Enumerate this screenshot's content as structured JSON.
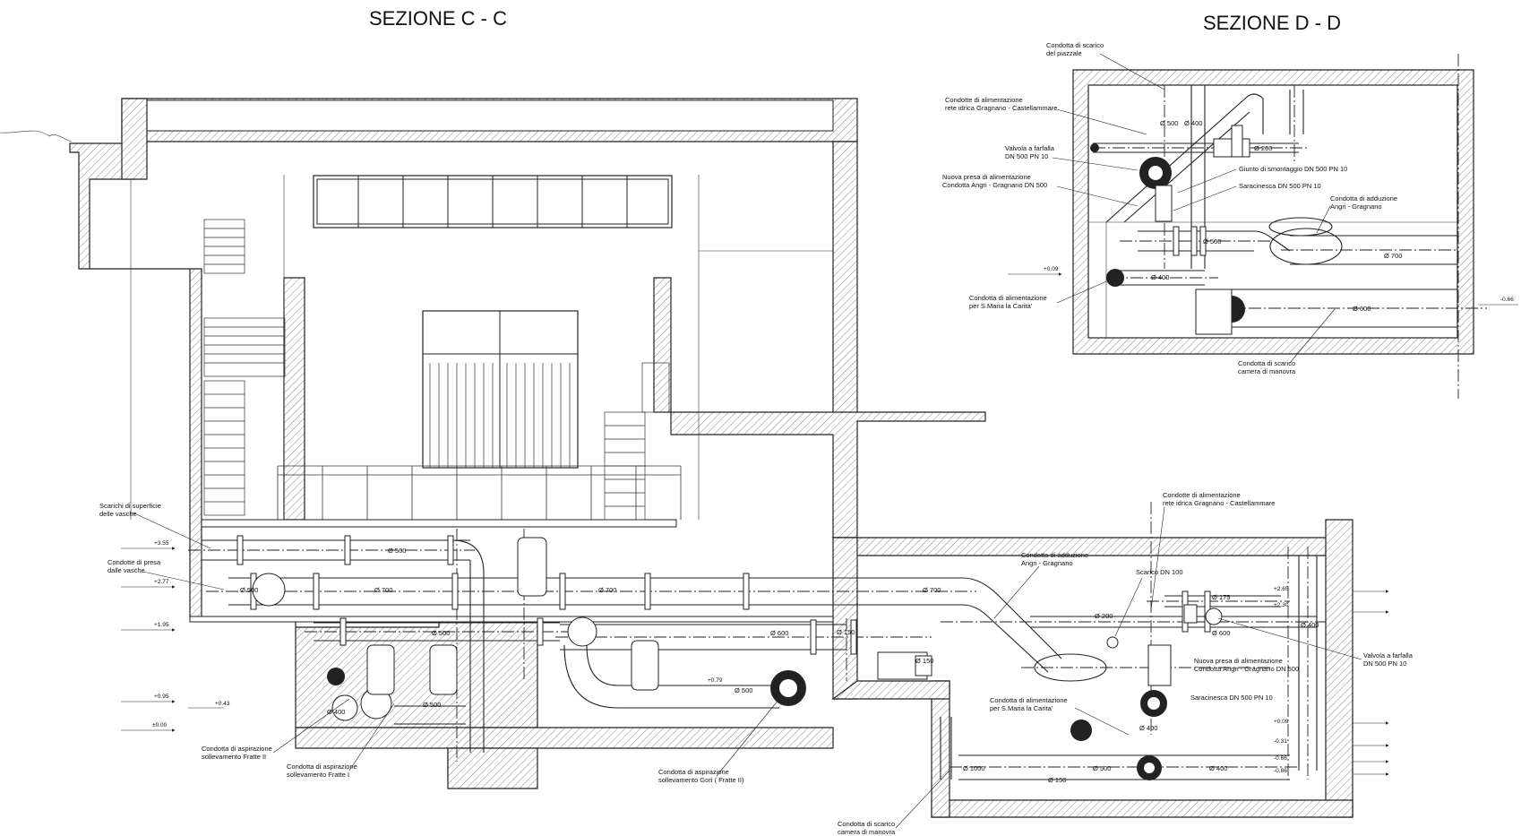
{
  "sections": {
    "c": {
      "title": "SEZIONE C - C"
    },
    "d": {
      "title": "SEZIONE D - D"
    }
  },
  "c_labels": {
    "scarichi": [
      "Scarichi di superficie",
      "delle vasche"
    ],
    "presa": [
      "Condotte di presa",
      "dalle vasche"
    ],
    "asp2": [
      "Condotta di aspirazione",
      "sollevamento Fratte II"
    ],
    "asp1": [
      "Condotta di aspirazione",
      "sollevamento Fratte I"
    ],
    "aspgori": [
      "Condotta di aspirazione",
      "sollevamento Gori ( Fratte II)"
    ],
    "scarico_camera": [
      "Condotta di scarico",
      "camera di manovra"
    ],
    "adduzione": [
      "Condotta di adduzione",
      "Angri - Gragnano"
    ],
    "rete": [
      "Condotte di alimentazione",
      "rete idrica Gragnano - Castellammare"
    ],
    "scarico100": [
      "Scarico DN 100"
    ],
    "valvola": [
      "Valvola a farfalla",
      "DN 500 PN 10"
    ],
    "nuova_presa": [
      "Nuova presa di alimentazione",
      "Condotta Angri - Gragnano DN 500"
    ],
    "saracinesca": [
      "Saracinesca DN 500 PN 10"
    ],
    "smaria": [
      "Condotta di alimentazione",
      "per S.Maria la Carita'"
    ]
  },
  "c_dims": {
    "d500a": "Ø 500",
    "d700a": "Ø 700",
    "d700b": "Ø 700",
    "d700c": "Ø 700",
    "d500b": "Ø 500",
    "d500c": "Ø 500",
    "d600": "Ø 600",
    "d150a": "Ø 150",
    "d500d": "Ø 500",
    "d500e": "Ø 500",
    "d400a": "Ø 400",
    "d150b": "Ø 150",
    "d200": "Ø 200",
    "d175": "Ø 175",
    "d600b": "Ø 600",
    "d400b": "Ø 400",
    "d400c": "Ø 400",
    "d1000": "Ø 1000",
    "d500f": "Ø 500",
    "d400d": "Ø 400",
    "d150c": "Ø 150"
  },
  "c_elev": {
    "e355": "+3.55",
    "e277": "+2.77",
    "e195": "+1.95",
    "e095": "+0.95",
    "e043": "+0.43",
    "e000": "±0.00",
    "e079": "+0.79",
    "e265": "+2.65",
    "e230": "+2.30",
    "e009": "+0.09",
    "e031": "-0.31",
    "e066": "-0.66",
    "e086": "-0.86"
  },
  "d_labels": {
    "scarico_piazzale": [
      "Condotta di scarico",
      "del piazzale"
    ],
    "rete": [
      "Condotte di alimentazione",
      "rete idrica Gragnano - Castellammare"
    ],
    "valvola": [
      "Valvola a farfalla",
      "DN 500 PN 10"
    ],
    "giunto": [
      "Giunto di smontaggio DN 500 PN 10"
    ],
    "nuova_presa": [
      "Nuova presa di alimentazione",
      "Condotta Angri - Gragnano DN 500"
    ],
    "saracinesca": [
      "Saracinesca DN 500 PN 10"
    ],
    "adduzione": [
      "Condotta di adduzione",
      "Angri - Gragnano"
    ],
    "smaria": [
      "Condotta di alimentazione",
      "per S.Maria la Carita'"
    ],
    "scarico_camera": [
      "Condotta di scarico",
      "camera di manovra"
    ]
  },
  "d_dims": {
    "d200": "Ø 200",
    "d400": "Ø 400",
    "d500": "Ø 500",
    "d700": "Ø 700",
    "d400b": "Ø 400",
    "d600": "Ø 600",
    "d500v": "Ø 500"
  },
  "d_elev": {
    "e009": "+0.09",
    "e066": "-0.66"
  },
  "colors": {
    "ink": "#222222",
    "paper": "#ffffff"
  }
}
